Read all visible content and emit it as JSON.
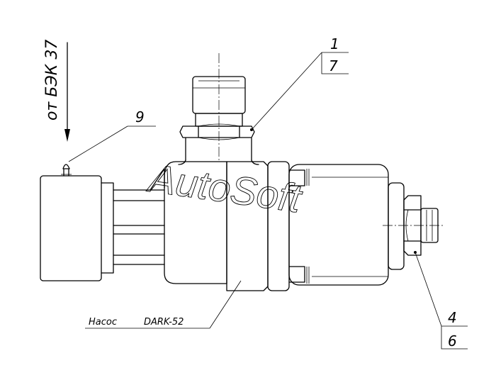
{
  "source_label": "от БЭК 37",
  "callouts": [
    {
      "id": "c1",
      "top": "1",
      "bottom": "7"
    },
    {
      "id": "c9",
      "top": "9",
      "bottom": ""
    },
    {
      "id": "c4",
      "top": "4",
      "bottom": "6"
    }
  ],
  "pump_label": {
    "name": "Насос",
    "model": "DARK-52"
  },
  "watermark": "AutoSoft"
}
